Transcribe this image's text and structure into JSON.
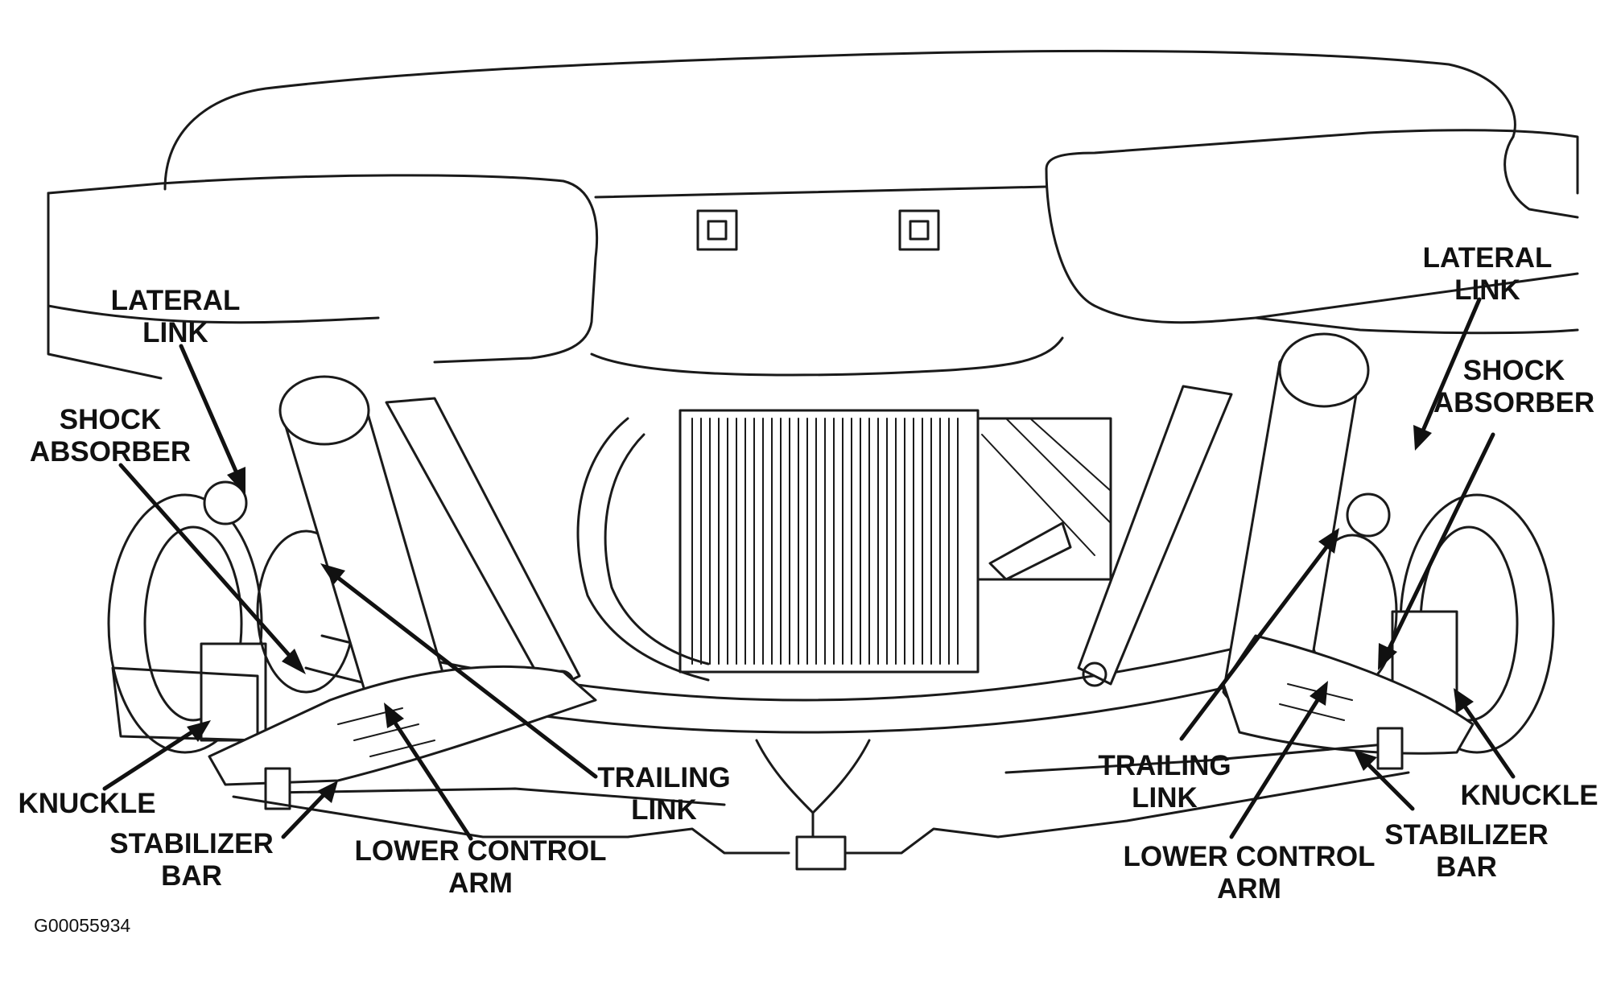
{
  "figure_code": "G00055934",
  "labels": {
    "left": {
      "lateral_link": [
        "LATERAL",
        "LINK"
      ],
      "shock_absorber": [
        "SHOCK",
        "ABSORBER"
      ],
      "knuckle": "KNUCKLE",
      "stabilizer_bar": [
        "STABILIZER",
        "BAR"
      ],
      "lower_control_arm": [
        "LOWER CONTROL",
        "ARM"
      ],
      "trailing_link": [
        "TRAILING",
        "LINK"
      ]
    },
    "right": {
      "lateral_link": [
        "LATERAL",
        "LINK"
      ],
      "shock_absorber": [
        "SHOCK",
        "ABSORBER"
      ],
      "knuckle": "KNUCKLE",
      "stabilizer_bar": [
        "STABILIZER",
        "BAR"
      ],
      "lower_control_arm": [
        "LOWER CONTROL",
        "ARM"
      ],
      "trailing_link": [
        "TRAILING",
        "LINK"
      ]
    }
  }
}
